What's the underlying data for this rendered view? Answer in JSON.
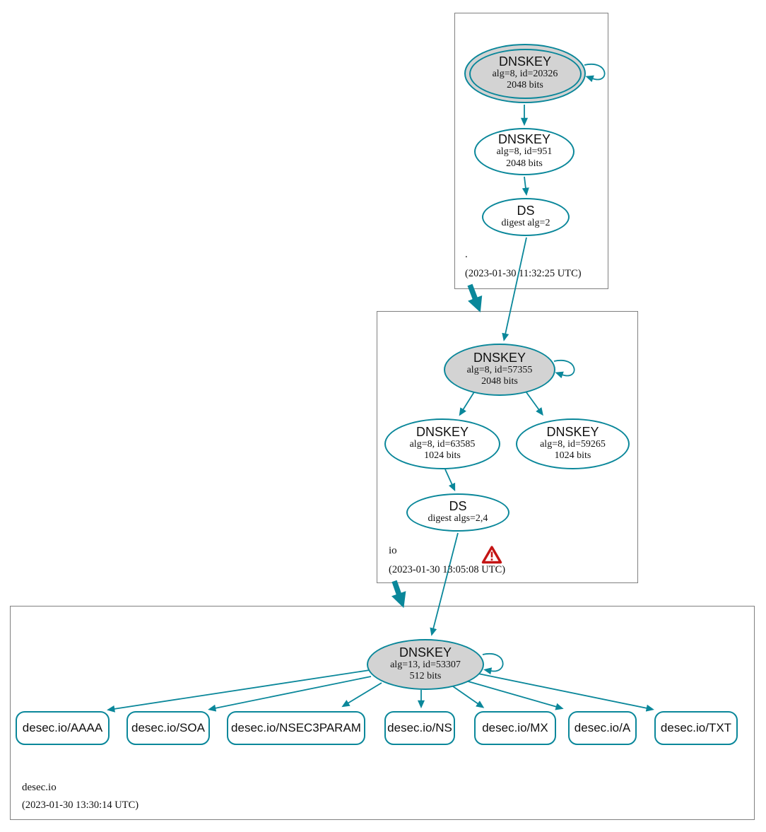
{
  "colors": {
    "edge": "#0a879a",
    "ksk_fill": "#d3d3d3",
    "node_fill": "#ffffff",
    "box_border": "#808080",
    "warning": "#c41414"
  },
  "zones": [
    {
      "name": ".",
      "timestamp": "(2023-01-30 11:32:25 UTC)",
      "nodes": {
        "ksk": {
          "type": "DNSKEY",
          "detail": "alg=8, id=20326",
          "bits": "2048 bits"
        },
        "zsk": {
          "type": "DNSKEY",
          "detail": "alg=8, id=951",
          "bits": "2048 bits"
        },
        "ds": {
          "type": "DS",
          "detail": "digest alg=2"
        }
      }
    },
    {
      "name": "io",
      "timestamp": "(2023-01-30 13:05:08 UTC)",
      "icon": "warning-icon",
      "nodes": {
        "ksk": {
          "type": "DNSKEY",
          "detail": "alg=8, id=57355",
          "bits": "2048 bits"
        },
        "zsk1": {
          "type": "DNSKEY",
          "detail": "alg=8, id=63585",
          "bits": "1024 bits"
        },
        "zsk2": {
          "type": "DNSKEY",
          "detail": "alg=8, id=59265",
          "bits": "1024 bits"
        },
        "ds": {
          "type": "DS",
          "detail": "digest algs=2,4"
        }
      }
    },
    {
      "name": "desec.io",
      "timestamp": "(2023-01-30 13:30:14 UTC)",
      "nodes": {
        "ksk": {
          "type": "DNSKEY",
          "detail": "alg=13, id=53307",
          "bits": "512 bits"
        }
      },
      "rrsets": [
        "desec.io/AAAA",
        "desec.io/SOA",
        "desec.io/NSEC3PARAM",
        "desec.io/NS",
        "desec.io/MX",
        "desec.io/A",
        "desec.io/TXT"
      ]
    }
  ]
}
